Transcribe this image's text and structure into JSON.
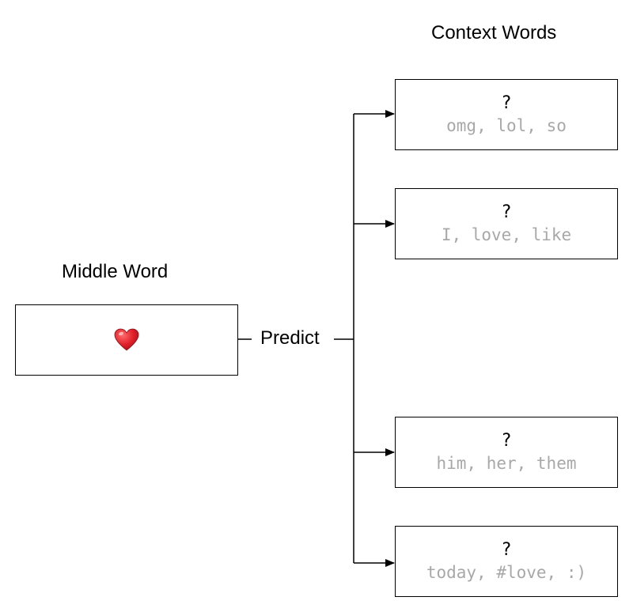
{
  "middle": {
    "heading": "Middle Word",
    "symbol": "heart-icon",
    "symbol_color": "#e0202a"
  },
  "action": {
    "label": "Predict"
  },
  "context": {
    "heading": "Context Words",
    "boxes": [
      {
        "question": "?",
        "words": "omg, lol, so"
      },
      {
        "question": "?",
        "words": "I, love, like"
      },
      {
        "question": "?",
        "words": "him, her, them"
      },
      {
        "question": "?",
        "words": "today, #love, :)"
      }
    ]
  },
  "colors": {
    "line": "#000000",
    "muted_text": "#a8a8a8"
  }
}
